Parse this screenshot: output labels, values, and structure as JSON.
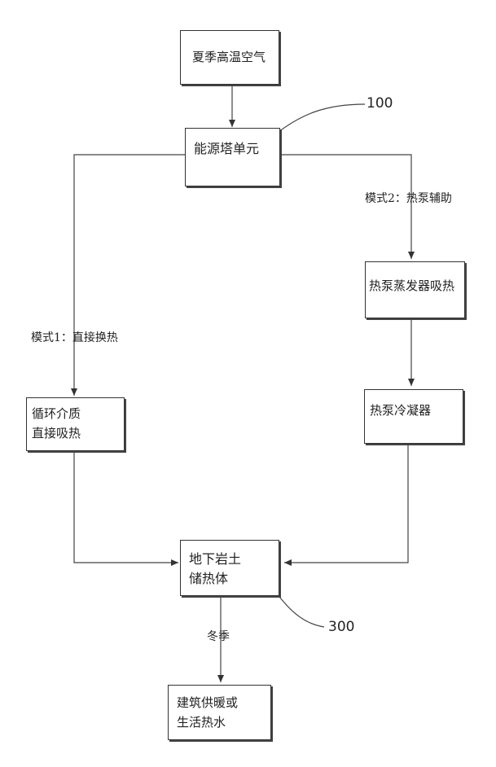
{
  "boxes": {
    "summer_air": "夏季高温空气",
    "energy_tower": "能源塔单元",
    "hp_evaporator": "热泵蒸发器吸热",
    "hp_condenser": "热泵冷凝器",
    "direct_absorb_line1": "循环介质",
    "direct_absorb_line2": "直接吸热",
    "storage_line1": "地下岩土",
    "storage_line2": "储热体",
    "usage_line1": "建筑供暖或",
    "usage_line2": "生活热水"
  },
  "labels": {
    "mode1": "模式1：直接换热",
    "mode2": "模式2：热泵辅助",
    "winter": "冬季"
  },
  "refs": {
    "tower_ref": "100",
    "storage_ref": "300"
  }
}
